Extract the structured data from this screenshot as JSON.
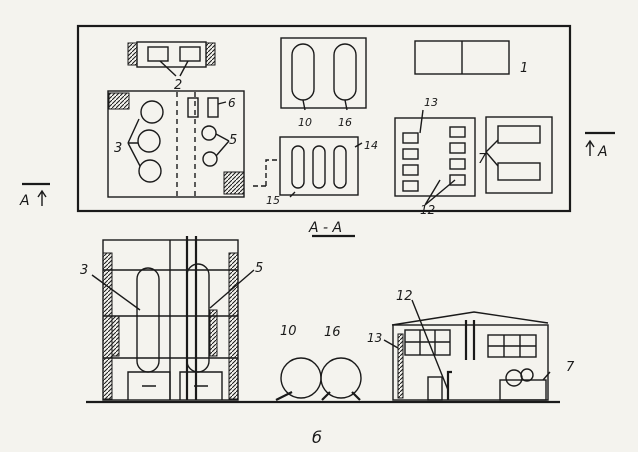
{
  "labels": {
    "n1": "1",
    "n2": "2",
    "n3": "3",
    "n5": "5",
    "n6": "6",
    "n7": "7",
    "n10": "10",
    "n12": "12",
    "n13": "13",
    "n14": "14",
    "n15": "15",
    "n16": "16",
    "section_left": "A",
    "section_right": "A",
    "plan_caption": "A - A",
    "elev_3": "3",
    "elev_5": "5",
    "elev_10": "10",
    "elev_16": "16",
    "elev_12": "12",
    "elev_13": "13",
    "elev_7": "7",
    "figure_caption": "б"
  }
}
